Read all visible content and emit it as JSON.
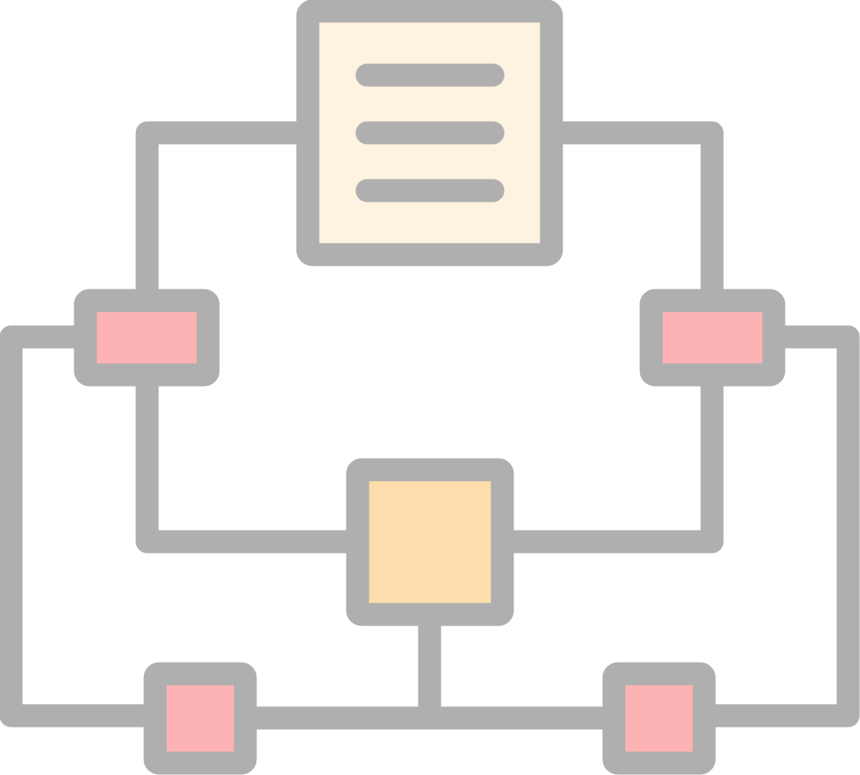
{
  "icon": {
    "name": "workflow-diagram-icon",
    "nodes": [
      {
        "id": "document",
        "kind": "document"
      },
      {
        "id": "left-connector",
        "kind": "connector"
      },
      {
        "id": "right-connector",
        "kind": "connector"
      },
      {
        "id": "center-node",
        "kind": "process"
      },
      {
        "id": "bottom-left-node",
        "kind": "output"
      },
      {
        "id": "bottom-right-node",
        "kind": "output"
      }
    ]
  },
  "colors": {
    "stroke": "#AFAFAF",
    "document_fill": "#FEF2E0",
    "connector_fill": "#FDB3B3",
    "center_fill": "#FCDDAB",
    "output_fill": "#FDB3B3",
    "background": "#FFFFFF"
  }
}
